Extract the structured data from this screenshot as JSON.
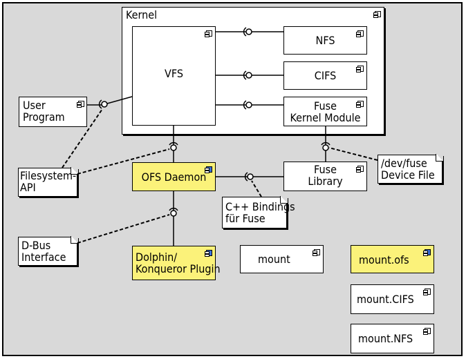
{
  "kernel": {
    "label": "Kernel"
  },
  "vfs": {
    "label": "VFS"
  },
  "nfs": {
    "label": "NFS"
  },
  "cifs": {
    "label": "CIFS"
  },
  "fuse_kernel": {
    "label": "Fuse\nKernel Module"
  },
  "user_program": {
    "label": "User\nProgram"
  },
  "filesystem_api": {
    "label": "Filesystem-\nAPI"
  },
  "ofs_daemon": {
    "label": "OFS Daemon"
  },
  "fuse_library": {
    "label": "Fuse\nLibrary"
  },
  "dev_fuse": {
    "label": "/dev/fuse\nDevice File"
  },
  "cpp_bindings": {
    "label": "C++ Bindings\nfür Fuse"
  },
  "dbus": {
    "label": "D-Bus\nInterface"
  },
  "dolphin": {
    "label": "Dolphin/\nKonqueror Plugin"
  },
  "mount": {
    "label": "mount"
  },
  "mount_ofs": {
    "label": "mount.ofs"
  },
  "mount_cifs": {
    "label": "mount.CIFS"
  },
  "mount_nfs": {
    "label": "mount.NFS"
  },
  "colors": {
    "frame_bg": "#d9d9d9",
    "highlight": "#fbf27a",
    "icon_blue": "#3a6fd6"
  },
  "icons": [
    "component-icon"
  ]
}
